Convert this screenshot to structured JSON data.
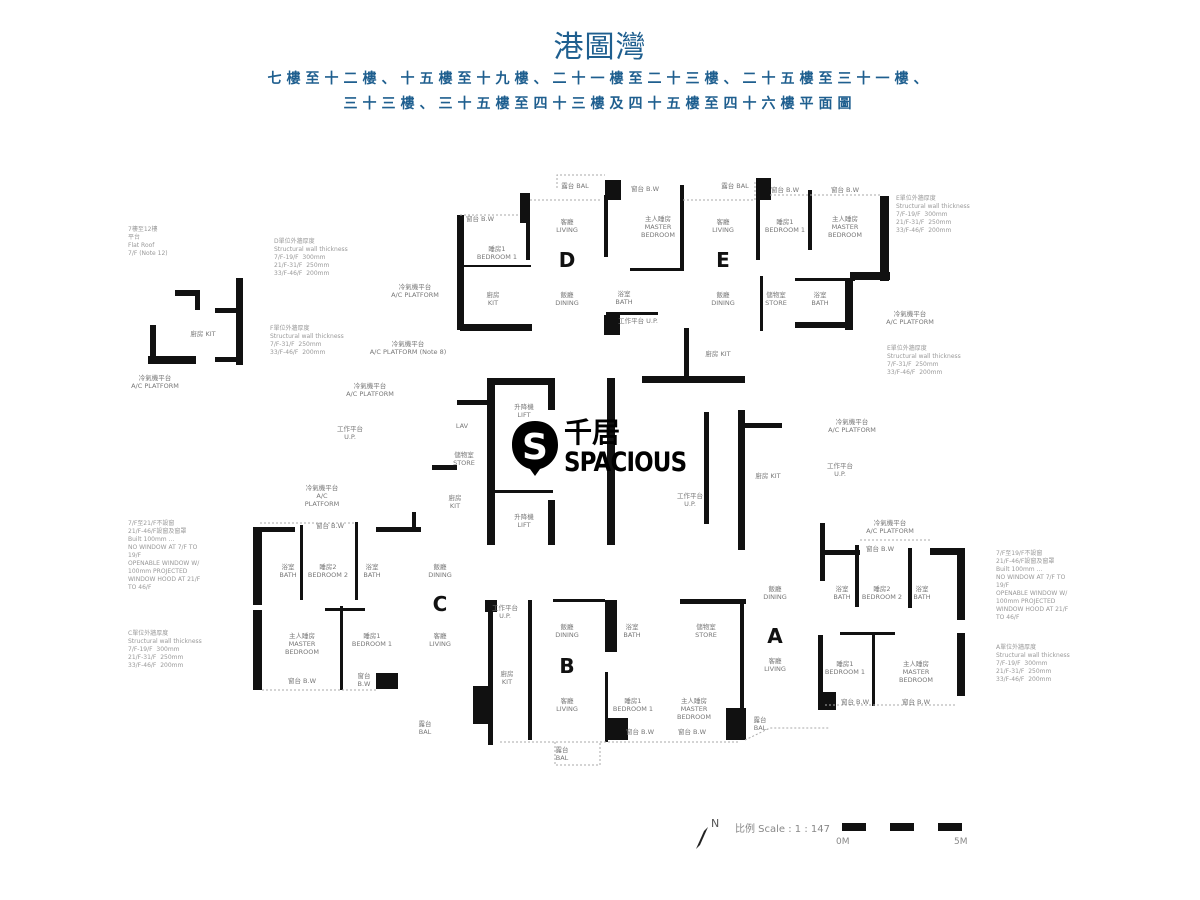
{
  "header": {
    "title": "港圖灣",
    "subtitle_line1": "七樓至十二樓、十五樓至十九樓、二十一樓至二十三樓、二十五樓至三十一樓、",
    "subtitle_line2": "三十三樓、三十五樓至四十三樓及四十五樓至四十六樓平面圖"
  },
  "watermark": {
    "chinese": "千居",
    "english": "SPACIOUS",
    "logo_letter": "S"
  },
  "units": [
    "A",
    "B",
    "C",
    "D",
    "E"
  ],
  "rooms": {
    "d_bal": "露台 BAL",
    "d_bw": "窗台 B.W",
    "d_living": "客廳\nLIVING",
    "d_bed1": "睡房1\nBEDROOM 1",
    "d_master": "主人睡房\nMASTER\nBEDROOM",
    "d_master_bw": "窗台 B.W",
    "d_kit": "廚房\nKIT",
    "d_dining": "飯廳\nDINING",
    "d_bath": "浴室\nBATH",
    "d_up": "工作平台 U.P.",
    "e_bal": "露台 BAL",
    "e_living": "客廳\nLIVING",
    "e_bed1": "睡房1\nBEDROOM 1",
    "e_bed1_bw": "窗台 B.W",
    "e_master": "主人睡房\nMASTER\nBEDROOM",
    "e_master_bw": "窗台 B.W",
    "e_dining": "飯廳\nDINING",
    "e_store": "儲物室\nSTORE",
    "e_bath": "浴室\nBATH",
    "e_kit": "廚房 KIT",
    "lift1": "升降機\nLIFT",
    "lift2": "升降機\nLIFT",
    "lav": "LAV",
    "store_c": "儲物室\nSTORE",
    "kit_c": "廚房\nKIT",
    "up_c": "工作平台\nU.P.",
    "ac_c": "冷氣機平台\nA/C\nPLATFORM",
    "c_bw": "窗台 B.W",
    "c_bath1": "浴室\nBATH",
    "c_bed2": "睡房2\nBEDROOM 2",
    "c_bath2": "浴室\nBATH",
    "c_dining": "飯廳\nDINING",
    "c_master": "主人睡房\nMASTER\nBEDROOM",
    "c_bed1": "睡房1\nBEDROOM 1",
    "c_living": "客廳\nLIVING",
    "c_master_bw": "窗台 B.W",
    "c_bed1_bw": "窗台\nB.W",
    "b_up": "工作平台\nU.P.",
    "b_dining": "飯廳\nDINING",
    "b_bath": "浴室\nBATH",
    "b_store": "儲物室\nSTORE",
    "b_kit": "廚房\nKIT",
    "b_living": "客廳\nLIVING",
    "b_bed1": "睡房1\nBEDROOM 1",
    "b_master": "主人睡房\nMASTER\nBEDROOM",
    "b_bed1_bw": "窗台 B.W",
    "b_master_bw": "窗台 B.W",
    "b_bal": "露台\nBAL",
    "b_bal2": "露台\nBAL",
    "a_ac": "冷氣機平台\nA/C PLATFORM",
    "a_bw": "窗台 B.W",
    "a_bath1": "浴室\nBATH",
    "a_bed2": "睡房2\nBEDROOM 2",
    "a_bath2": "浴室\nBATH",
    "a_dining": "飯廳\nDINING",
    "a_living": "客廳\nLIVING",
    "a_bed1": "睡房1\nBEDROOM 1",
    "a_master": "主人睡房\nMASTER\nBEDROOM",
    "a_bed1_bw": "窗台 B.W",
    "a_master_bw": "窗台 B.W",
    "a_bal": "露台\nBAL",
    "e_kit2": "廚房 KIT",
    "lobby_up": "工作平台\nU.P.",
    "ac_left": "冷氣機平台\nA/C PLATFORM",
    "ac_d": "冷氣機平台\nA/C PLATFORM",
    "ac_e": "冷氣機平台\nA/C PLATFORM",
    "ac_mid": "冷氣機平台\nA/C PLATFORM",
    "ac_right": "冷氣機平台\nA/C PLATFORM",
    "ac_x": "冷氣機平台\nA/C PLATFORM (Note 8)",
    "f_kit": "廚房 KIT",
    "f_upn": "平台\nFlat Roof",
    "up_right": "工作平台\nU.P."
  },
  "notes": {
    "top_left": "7樓至12樓\n平台\nFlat Roof\n7/F (Note 12)",
    "d_wall": "D單位外牆厚度\nStructural wall thickness\n7/F-19/F  300mm\n21/F-31/F  250mm\n33/F-46/F  200mm",
    "f_wall": "F單位外牆厚度\nStructural wall thickness\n7/F-31/F  250mm\n33/F-46/F  200mm",
    "e_wall": "E單位外牆厚度\nStructural wall thickness\n7/F-19/F  300mm\n21/F-31/F  250mm\n33/F-46/F  200mm",
    "e_wall2": "E單位外牆厚度\nStructural wall thickness\n7/F-31/F  250mm\n33/F-46/F  200mm",
    "c_window": "7/F至21/F不設窗\n21/F-46/F設窗及窗罩\nBuilt 100mm ...\nNO WINDOW AT 7/F TO\n19/F\nOPENABLE WINDOW W/\n100mm PROJECTED\nWINDOW HOOD AT 21/F\nTO 46/F",
    "c_wall": "C單位外牆厚度\nStructural wall thickness\n7/F-19/F  300mm\n21/F-31/F  250mm\n33/F-46/F  200mm",
    "a_window": "7/F至19/F不設窗\n21/F-46/F設窗及窗罩\nBuilt 100mm ...\nNO WINDOW AT 7/F TO\n19/F\nOPENABLE WINDOW W/\n100mm PROJECTED\nWINDOW HOOD AT 21/F\nTO 46/F",
    "a_wall": "A單位外牆厚度\nStructural wall thickness\n7/F-19/F  300mm\n21/F-31/F  250mm\n33/F-46/F  200mm"
  },
  "legend": {
    "north": "N",
    "scale_label": "比例 Scale : 1 : 147",
    "scale_start": "0M",
    "scale_end": "5M"
  },
  "colors": {
    "title": "#1f5f8f",
    "wall": "#111111"
  }
}
